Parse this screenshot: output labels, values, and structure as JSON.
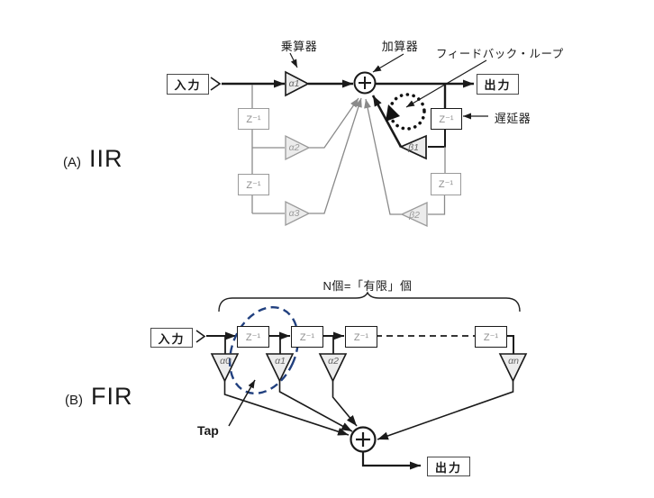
{
  "figure": {
    "type": "block-diagram",
    "topic": "IIR vs FIR digital filter structures"
  },
  "colors": {
    "line_black": "#1a1a1a",
    "line_gray": "#8a8a8a",
    "ellipse_navy": "#21407f",
    "triangle_fill": "#ececec"
  },
  "iir": {
    "section_prefix": "(A)",
    "section_title": "IIR",
    "multiplier_label": "乗算器",
    "adder_label": "加算器",
    "feedback_label": "フィードバック・ループ",
    "delay_unit_label": "遅延器",
    "input": "入力",
    "output": "出力",
    "delay_box": "Z⁻¹",
    "adder_symbol": "+",
    "alpha1": "α1",
    "alpha2": "α2",
    "alpha3": "α3",
    "beta1": "β1",
    "beta2": "β2"
  },
  "fir": {
    "section_prefix": "(B)",
    "section_title": "FIR",
    "count_label": "N個=「有限」個",
    "tap_label": "Tap",
    "input": "入力",
    "output": "出力",
    "delay_box": "Z⁻¹",
    "adder_symbol": "+",
    "alpha0": "α0",
    "alpha1": "α1",
    "alpha2": "α2",
    "alphan": "αn"
  }
}
